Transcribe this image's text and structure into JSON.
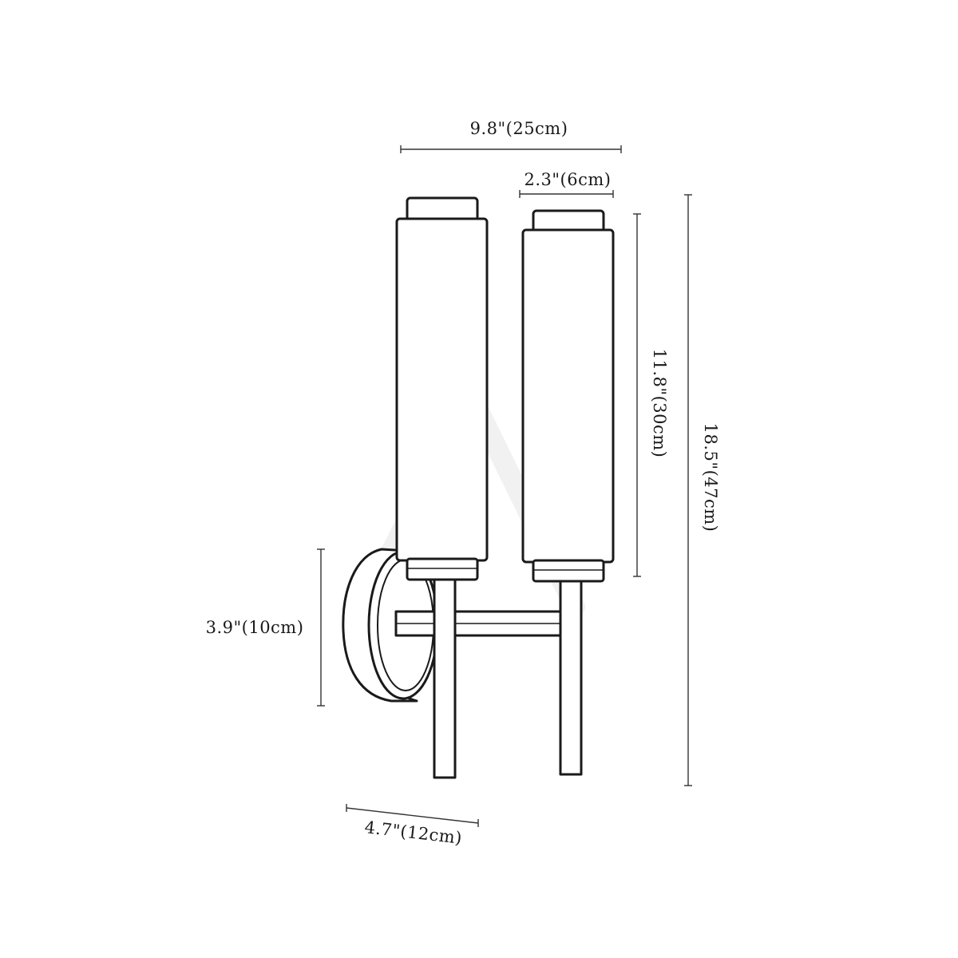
{
  "dimensions": {
    "overall_width": "9.8\"(25cm)",
    "shade_diameter": "2.3\"(6cm)",
    "shade_height": "11.8\"(30cm)",
    "overall_height": "18.5\"(47cm)",
    "backplate_height": "3.9\"(10cm)",
    "projection": "4.7\"(12cm)"
  },
  "colors": {
    "line": "#1a1a1a",
    "background": "#ffffff",
    "watermark": "#f1f1f1"
  }
}
